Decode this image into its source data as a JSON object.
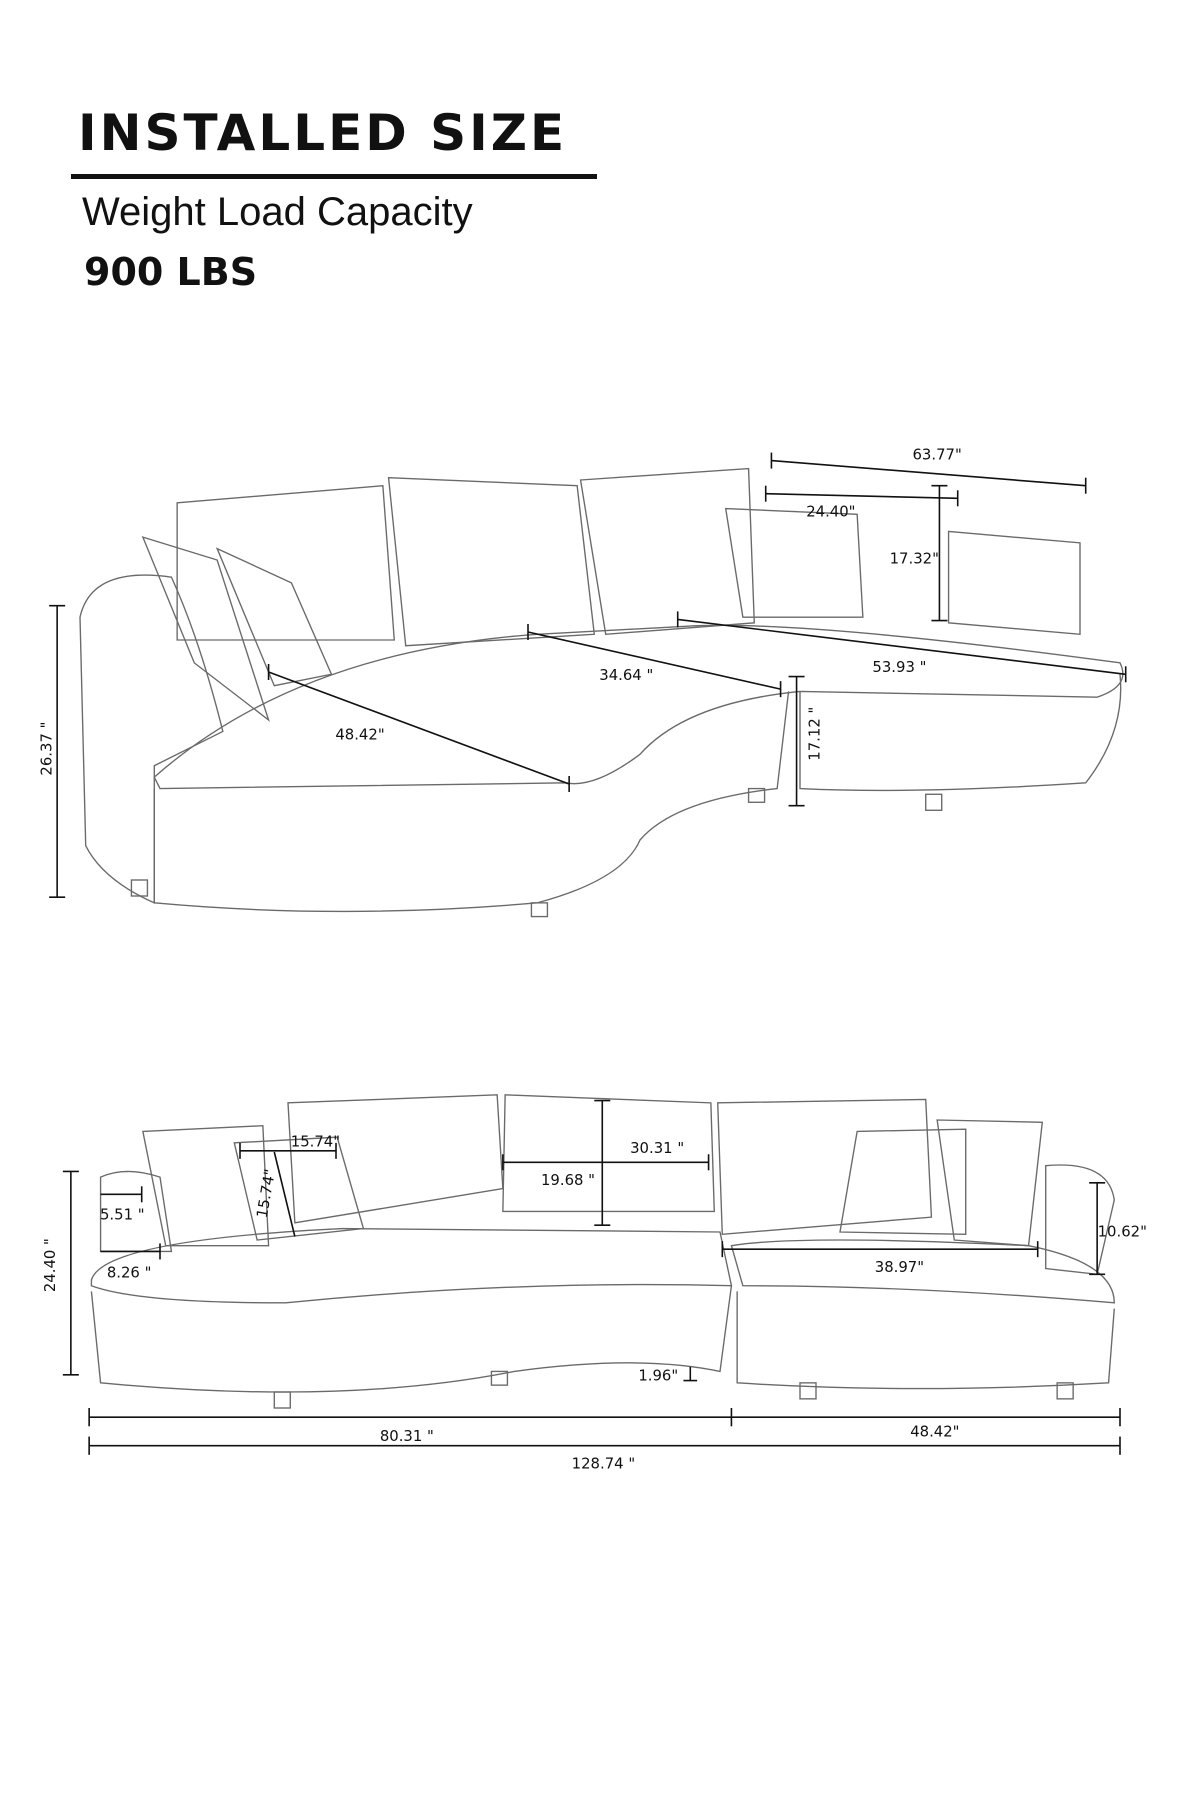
{
  "header": {
    "title": "INSTALLED SIZE",
    "subtitle": "Weight Load Capacity",
    "capacity": "900 LBS"
  },
  "top_view": {
    "overall_depth": "63.77\"",
    "pillow_width": "24.40\"",
    "back_height": "17.32\"",
    "chaise_length": "53.93 \"",
    "seat_depth": "34.64 \"",
    "corner_seat": "48.42\"",
    "seat_height": "17.12 \"",
    "total_height": "26.37 \""
  },
  "front_view": {
    "pillow_width": "15.74\"",
    "pillow_height": "15.74\"",
    "back_cushion_width": "30.31 \"",
    "back_cushion_height": "19.68 \"",
    "arm_width": "5.51 \"",
    "arm_depth": "8.26 \"",
    "total_height": "24.40 \"",
    "arm_height": "10.62\"",
    "chaise_seat": "38.97\"",
    "leg_height": "1.96\"",
    "left_section": "80.31 \"",
    "right_section": "48.42\"",
    "total_length": "128.74 \""
  }
}
